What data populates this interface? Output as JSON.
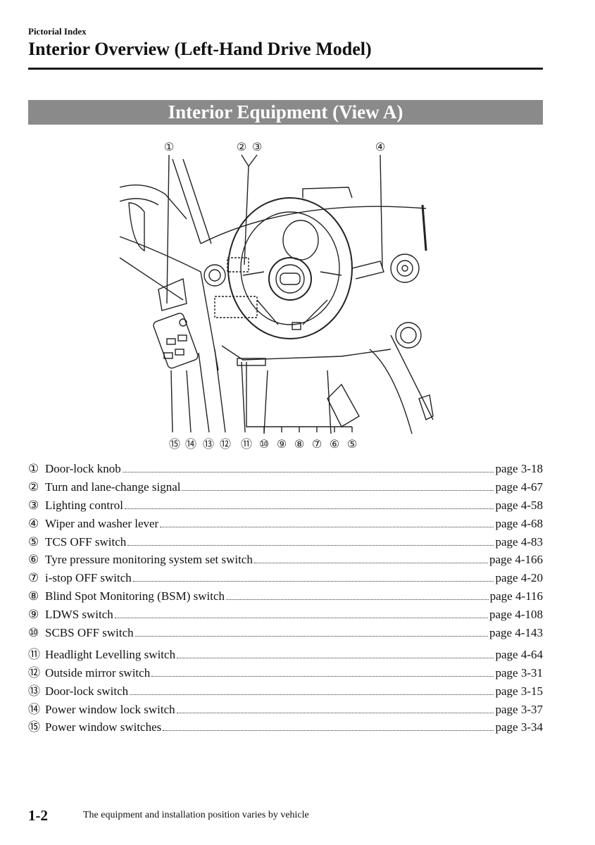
{
  "header": {
    "section": "Pictorial Index",
    "title": "Interior Overview (Left-Hand Drive Model)"
  },
  "banner": "Interior Equipment (View A)",
  "figure": {
    "callouts_top": [
      "①",
      "②",
      "③",
      "④"
    ],
    "callouts_bottom": [
      "⑮",
      "⑭",
      "⑬",
      "⑫",
      "⑪",
      "⑩",
      "⑨",
      "⑧",
      "⑦",
      "⑥",
      "⑤"
    ]
  },
  "items": [
    {
      "num": "①",
      "label": "Door-lock knob",
      "page": "page 3-18"
    },
    {
      "num": "②",
      "label": "Turn and lane-change signal",
      "page": "page 4-67"
    },
    {
      "num": "③",
      "label": "Lighting control",
      "page": "page 4-58"
    },
    {
      "num": "④",
      "label": "Wiper and washer lever",
      "page": "page 4-68"
    },
    {
      "num": "⑤",
      "label": "TCS OFF switch",
      "page": "page 4-83"
    },
    {
      "num": "⑥",
      "label": "Tyre pressure monitoring system set switch",
      "page": "page 4-166"
    },
    {
      "num": "⑦",
      "label": "i-stop OFF switch",
      "page": "page 4-20"
    },
    {
      "num": "⑧",
      "label": "Blind Spot Monitoring (BSM) switch",
      "page": "page 4-116"
    },
    {
      "num": "⑨",
      "label": "LDWS switch",
      "page": "page 4-108"
    },
    {
      "num": "⑩",
      "label": "SCBS OFF switch",
      "page": "page 4-143"
    },
    {
      "num": "⑪",
      "label": "Headlight Levelling switch",
      "page": "page 4-64"
    },
    {
      "num": "⑫",
      "label": "Outside mirror switch",
      "page": "page 3-31"
    },
    {
      "num": "⑬",
      "label": "Door-lock switch",
      "page": "page 3-15"
    },
    {
      "num": "⑭",
      "label": "Power window lock switch",
      "page": "page 3-37"
    },
    {
      "num": "⑮",
      "label": "Power window switches",
      "page": "page 3-34"
    }
  ],
  "footer": {
    "page_number": "1-2",
    "note": "The equipment and installation position varies by vehicle"
  }
}
